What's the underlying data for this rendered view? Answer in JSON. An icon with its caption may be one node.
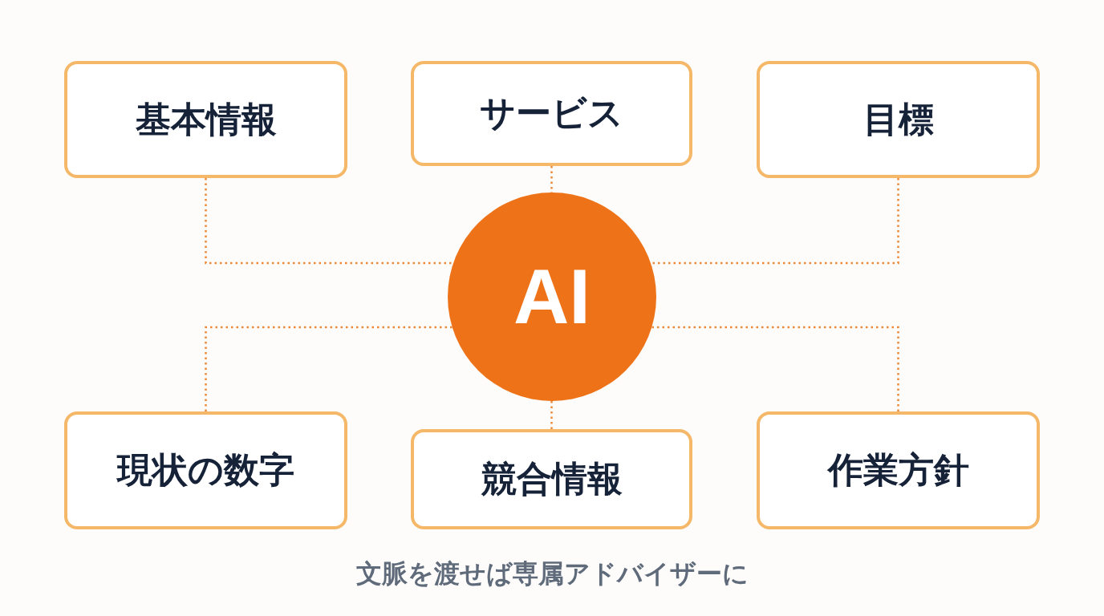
{
  "diagram": {
    "caption": "文脈を渡せば専属アドバイザーに",
    "nodes": [
      {
        "text": [
          "基本情報"
        ]
      },
      {
        "text": [
          "サービス"
        ]
      },
      {
        "text": [
          "目標"
        ]
      },
      {
        "text": [
          "AI"
        ]
      },
      {
        "text": [
          "現状の数字"
        ]
      },
      {
        "text": [
          "競合情報"
        ]
      },
      {
        "text": [
          "作業方針"
        ]
      }
    ],
    "edges": [
      {
        "from": 0,
        "to": 3,
        "arrow": "none"
      },
      {
        "from": 1,
        "to": 3,
        "arrow": "none"
      },
      {
        "from": 2,
        "to": 3,
        "arrow": "none"
      },
      {
        "from": 4,
        "to": 3,
        "arrow": "none"
      },
      {
        "from": 5,
        "to": 3,
        "arrow": "none"
      },
      {
        "from": 6,
        "to": 3,
        "arrow": "none"
      }
    ]
  }
}
